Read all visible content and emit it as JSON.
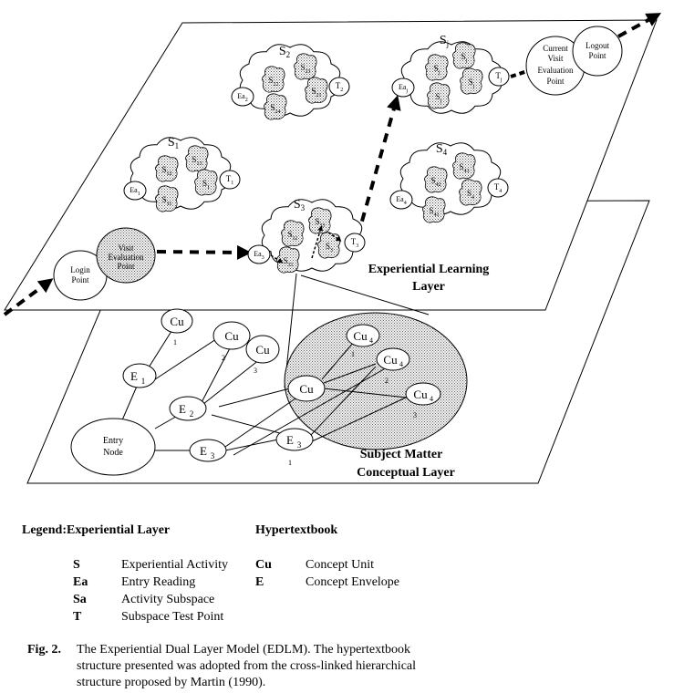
{
  "upper_layer": {
    "label_line1": "Experiential Learning",
    "label_line2": "Layer",
    "login_line1": "Login",
    "login_line2": "Point",
    "visit_eval_line1": "Visit",
    "visit_eval_line2": "Evaluation",
    "visit_eval_line3": "Point",
    "current_eval_line1": "Current",
    "current_eval_line2": "Visit",
    "current_eval_line3": "Evaluation",
    "current_eval_line4": "Point",
    "logout_line1": "Logout",
    "logout_line2": "Point",
    "activities": [
      {
        "id": "S2",
        "base": "S",
        "sub": "2",
        "entry_base": "Ea",
        "entry_sub": "2",
        "test_base": "T",
        "test_sub": "2",
        "subspaces": [
          "S23",
          "S22",
          "S21",
          "S24"
        ]
      },
      {
        "id": "S1",
        "base": "S",
        "sub": "1",
        "entry_base": "Ea",
        "entry_sub": "1",
        "test_base": "T",
        "test_sub": "1",
        "subspaces": [
          "S13",
          "S12",
          "S1",
          "S11"
        ]
      },
      {
        "id": "Sj",
        "base": "S",
        "sub": "j",
        "entry_base": "Ea",
        "entry_sub": "j",
        "test_base": "T",
        "test_sub": "j",
        "subspaces": [
          "Sj",
          "Sj",
          "Sj",
          "Sj"
        ]
      },
      {
        "id": "S4",
        "base": "S",
        "sub": "4",
        "entry_base": "Ea",
        "entry_sub": "4",
        "test_base": "T",
        "test_sub": "4",
        "subspaces": [
          "S43",
          "S42",
          "S4",
          "S41"
        ]
      },
      {
        "id": "S3",
        "base": "S",
        "sub": "3",
        "entry_base": "Ea",
        "entry_sub": "3",
        "test_base": "T",
        "test_sub": "3",
        "subspaces": [
          "S33",
          "S32",
          "S3",
          "S31"
        ]
      }
    ]
  },
  "lower_layer": {
    "label_line1": "Subject Matter",
    "label_line2": "Conceptual Layer",
    "entry_line1": "Entry",
    "entry_line2": "Node",
    "nodes": {
      "cu_top": "Cu",
      "cu_mid": "Cu",
      "cu_right": "Cu",
      "e1_base": "E",
      "e1_sub": "1",
      "e2_base": "E",
      "e2_sub": "2",
      "e3a_base": "E",
      "e3a_sub": "3",
      "e3b_base": "E",
      "e3b_sub": "3",
      "cu_big": "Cu",
      "cu4a_base": "Cu",
      "cu4a_sub": "4",
      "cu4b_base": "Cu",
      "cu4b_sub": "4",
      "cu4c_base": "Cu",
      "cu4c_sub": "4"
    },
    "numbers": [
      "1",
      "2",
      "3",
      "1",
      "2",
      "3",
      "1"
    ]
  },
  "legend": {
    "title": "Legend:Experiential Layer",
    "hyper_title": "Hypertextbook",
    "experiential": [
      {
        "abbr": "S",
        "desc": "Experiential Activity"
      },
      {
        "abbr": "Ea",
        "desc": "Entry Reading"
      },
      {
        "abbr": "Sa",
        "desc": "Activity Subspace"
      },
      {
        "abbr": "T",
        "desc": "Subspace Test Point"
      }
    ],
    "hypertextbook": [
      {
        "abbr": "Cu",
        "desc": "Concept Unit"
      },
      {
        "abbr": "E",
        "desc": "Concept Envelope"
      }
    ]
  },
  "caption": {
    "fig": "Fig. 2.",
    "line1": "The Experiential Dual Layer Model (EDLM). The hypertextbook",
    "line2": "structure presented was adopted from the cross-linked hierarchical",
    "line3": "structure proposed by Martin (1990)."
  }
}
